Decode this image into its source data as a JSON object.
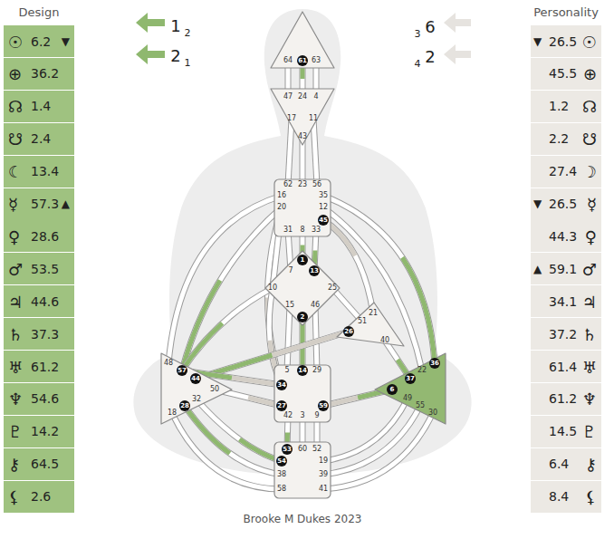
{
  "diagram": {
    "caption": "Brooke M Dukes 2023",
    "nodes": [
      {
        "text": [
          "☉",
          "6.2",
          "▼"
        ]
      },
      {
        "text": [
          "⊕",
          "36.2"
        ]
      },
      {
        "text": [
          "☊",
          "1.4"
        ]
      },
      {
        "text": [
          "☋",
          "2.4"
        ]
      },
      {
        "text": [
          "☾",
          "13.4"
        ]
      },
      {
        "text": [
          "☿",
          "57.3",
          "▲"
        ]
      },
      {
        "text": [
          "♀",
          "28.6"
        ]
      },
      {
        "text": [
          "♂",
          "53.5"
        ]
      },
      {
        "text": [
          "♃",
          "44.6"
        ]
      },
      {
        "text": [
          "♄",
          "37.3"
        ]
      },
      {
        "text": [
          "♅",
          "61.2"
        ]
      },
      {
        "text": [
          "♆",
          "54.6"
        ]
      },
      {
        "text": [
          "♇",
          "14.2"
        ]
      },
      {
        "text": [
          "⚷",
          "64.5"
        ]
      },
      {
        "text": [
          "⚸",
          "2.6"
        ]
      },
      {
        "text": [
          "64",
          "61",
          "63"
        ]
      },
      {
        "text": [
          "47",
          "24",
          "4",
          "17",
          "11",
          "43"
        ]
      },
      {
        "text": [
          "62",
          "23",
          "56",
          "16",
          "35",
          "20",
          "12",
          "45",
          "31",
          "8",
          "33"
        ]
      },
      {
        "text": [
          "1",
          "7",
          "13",
          "10",
          "25",
          "15",
          "46",
          "2"
        ]
      },
      {
        "text": [
          "21",
          "51",
          "26",
          "40"
        ]
      },
      {
        "text": [
          "48",
          "57",
          "44",
          "50",
          "32",
          "28",
          "18"
        ]
      },
      {
        "text": [
          "5",
          "14",
          "29",
          "34",
          "27",
          "59",
          "42",
          "3",
          "9"
        ]
      },
      {
        "text": [
          "36",
          "22",
          "37",
          "6",
          "49",
          "55",
          "30"
        ]
      },
      {
        "text": [
          "53",
          "60",
          "52",
          "54",
          "19",
          "38",
          "39",
          "58",
          "41"
        ]
      },
      {
        "text": [
          "☉",
          "26.5",
          "▼"
        ]
      },
      {
        "text": [
          "⊕",
          "45.5"
        ]
      },
      {
        "text": [
          "☊",
          "1.2"
        ]
      },
      {
        "text": [
          "☋",
          "2.2"
        ]
      },
      {
        "text": [
          "☽",
          "27.4"
        ]
      },
      {
        "text": [
          "☿",
          "26.5",
          "▼"
        ]
      },
      {
        "text": [
          "♀",
          "44.3"
        ]
      },
      {
        "text": [
          "♂",
          "59.1",
          "▲"
        ]
      },
      {
        "text": [
          "♃",
          "34.1"
        ]
      },
      {
        "text": [
          "♄",
          "37.2"
        ]
      },
      {
        "text": [
          "♅",
          "61.4"
        ]
      },
      {
        "text": [
          "♆",
          "61.2"
        ]
      },
      {
        "text": [
          "♇",
          "14.5"
        ]
      },
      {
        "text": [
          "⚷",
          "6.4"
        ]
      },
      {
        "text": [
          "⚸",
          "8.4"
        ]
      }
    ],
    "edges": [
      {
        "from": 15,
        "to": 16,
        "arrow": "none"
      },
      {
        "from": 15,
        "to": 16,
        "arrow": "none"
      },
      {
        "from": 15,
        "to": 16,
        "arrow": "none"
      },
      {
        "from": 16,
        "to": 17,
        "arrow": "none"
      },
      {
        "from": 16,
        "to": 17,
        "arrow": "none"
      },
      {
        "from": 16,
        "to": 17,
        "arrow": "none"
      },
      {
        "from": 17,
        "to": 20,
        "arrow": "none"
      },
      {
        "from": 17,
        "to": 20,
        "arrow": "none"
      },
      {
        "from": 17,
        "to": 21,
        "arrow": "none"
      },
      {
        "from": 17,
        "to": 19,
        "arrow": "none"
      },
      {
        "from": 17,
        "to": 22,
        "arrow": "none"
      },
      {
        "from": 17,
        "to": 22,
        "arrow": "none"
      },
      {
        "from": 17,
        "to": 18,
        "arrow": "none"
      },
      {
        "from": 17,
        "to": 18,
        "arrow": "none"
      },
      {
        "from": 17,
        "to": 18,
        "arrow": "none"
      },
      {
        "from": 17,
        "to": 18,
        "arrow": "none"
      },
      {
        "from": 18,
        "to": 20,
        "arrow": "none"
      },
      {
        "from": 18,
        "to": 21,
        "arrow": "none"
      },
      {
        "from": 18,
        "to": 19,
        "arrow": "none"
      },
      {
        "from": 18,
        "to": 21,
        "arrow": "none"
      },
      {
        "from": 18,
        "to": 21,
        "arrow": "none"
      },
      {
        "from": 18,
        "to": 21,
        "arrow": "none"
      },
      {
        "from": 19,
        "to": 20,
        "arrow": "none"
      },
      {
        "from": 19,
        "to": 22,
        "arrow": "none"
      },
      {
        "from": 21,
        "to": 20,
        "arrow": "none"
      },
      {
        "from": 21,
        "to": 20,
        "arrow": "none"
      },
      {
        "from": 21,
        "to": 22,
        "arrow": "none"
      },
      {
        "from": 21,
        "to": 23,
        "arrow": "none"
      },
      {
        "from": 21,
        "to": 23,
        "arrow": "none"
      },
      {
        "from": 21,
        "to": 23,
        "arrow": "none"
      },
      {
        "from": 20,
        "to": 23,
        "arrow": "none"
      },
      {
        "from": 20,
        "to": 23,
        "arrow": "none"
      },
      {
        "from": 20,
        "to": 23,
        "arrow": "none"
      },
      {
        "from": 23,
        "to": 22,
        "arrow": "none"
      },
      {
        "from": 23,
        "to": 22,
        "arrow": "none"
      },
      {
        "from": 23,
        "to": 22,
        "arrow": "none"
      }
    ],
    "labels": [
      "Design",
      "Personality",
      "1",
      "2",
      "2",
      "1",
      "3",
      "6",
      "4",
      "2"
    ]
  }
}
